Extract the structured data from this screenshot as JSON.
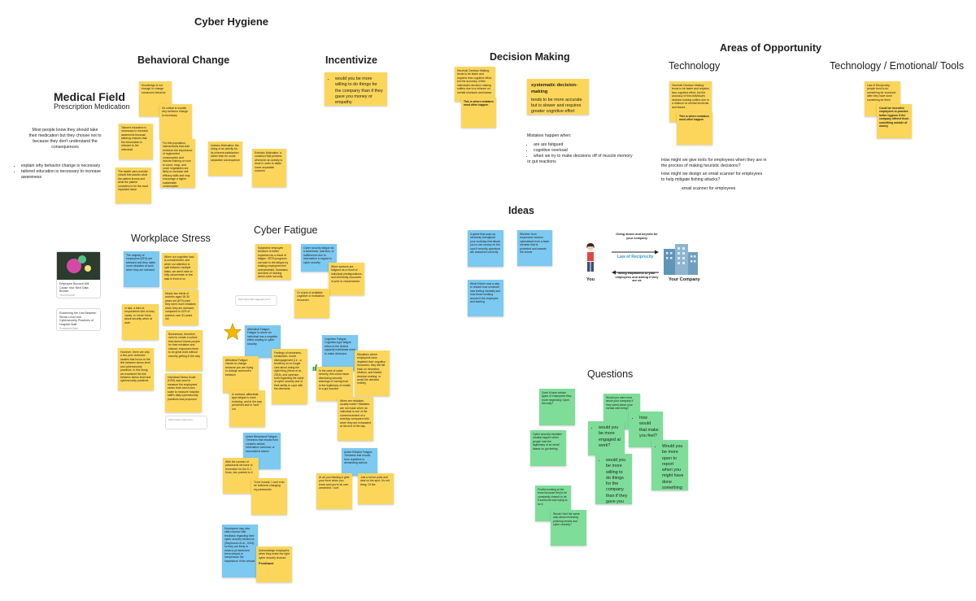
{
  "headings": {
    "cyber_hygiene": "Cyber Hygiene",
    "behavioral_change": "Behavioral Change",
    "incentivize": "Incentivize",
    "decision_making": "Decision Making",
    "areas_of_opportunity": "Areas of Opportunity",
    "technology": "Technology",
    "technology_emotional_tools": "Technology / Emotional/ Tools",
    "medical_field": "Medical Field",
    "prescription_medication": "Prescription Medication",
    "ideas": "Ideas",
    "workplace_stress": "Workplace Stress",
    "cyber_fatigue": "Cyber Fatigue",
    "questions": "Questions"
  },
  "medical": {
    "para": "Most people know they should take their medication but they choose not to because they don't understand the consequences",
    "bullets": [
      "explain why behavior change is necessary",
      "tailored education is necessary to increase awareness"
    ]
  },
  "behavioral_notes": [
    "Knowledge is not enough to change someones behavior",
    "It's critical to explain why behavior change is necessary",
    "Tailored education is necessary to increase awareness because tailoring ensures that the information is relevant to the individual",
    "For this population, interventions that both reinforce the importance of regimented consumption and include training on how to count, chop, and cover vegetables are likely to increase self-efficacy skills and may encourage a higher sustainable consumption",
    "Intrinsic Motivation: the doing of an activity for its inherent satisfaction rather than for some separable consequence",
    "Extrinsic Motivation: a construct that pertains whenever an activity is done in order to attain some separable outcome",
    "The health care provider should first assess what the patient knows and what the patient considers to be the most important issue"
  ],
  "incentivize": {
    "bullet": "would you be more willing to do things for the company than if they gave you money or empathy"
  },
  "decision": {
    "note1": "Heuristic Decision Making: tends to be faster and requires less cognitive effort, but the accuracy of this individual's decision making suffers due to a reliance on mental shortcuts and biases",
    "note1b": "This is where mistakes most often happen",
    "note2_title": "systematic decision-making",
    "note2_body": "tends to be more accurate but is slower and requires greater cognitive effort",
    "mistakes": "Mistakes happen when:",
    "mistake_bullets": [
      "are are fatigued",
      "cognitive overload",
      "when we try to make decisions off of muscle memory"
    ],
    "gut": "or gut reactions"
  },
  "technology": {
    "note1": "Heuristic Decision Making: tends to be faster and requires less cognitive effort, but the accuracy of this individual's decision making suffers due to a reliance on mental shortcuts and biases",
    "note2": "This is where mistakes most often happen",
    "q1": "How might we give tools for employees when they are in the process of making heuristic decisions?",
    "q2": "How might we design an email scanner for employees to help mitigate fishing attacks?",
    "q3": "email scanner for employees"
  },
  "tet": {
    "note1": "Law of Reciprocity: people tend to do something for someone after they have done something for them",
    "note2": "Could we incentive employees to practice better hygiene if the company offered them something outside of money"
  },
  "ideas": {
    "blue1": "A game that pops up randomly throughout your workday that allows you to win money on the spot if security questions are answered correctly",
    "blue2": "Whether from responsive random cyberattack from a team member that is protected and awards the winner",
    "blue3": "What if there was a way to reward how someone was feeling mentally and how those working around it the employee and starting",
    "reciprocity_top": "Going above and beyond for your company",
    "reciprocity_law": "Law of Reciprocity",
    "reciprocity_bottom": "Being empathetic to your employees and asking if they are ok",
    "you": "You",
    "company": "Your Company"
  },
  "questions": {
    "q1": "Does it have certain types of employees they more neglecting Cyber Security?",
    "q2": "Would you care more about your company if they cared about your mental well-being?",
    "q3": "Cyber security mistakes usually happen when people lose the legitimacy of an email based on gut feeling",
    "q4": "would you be more engaged at work?",
    "q5": "how would that make you feel?",
    "q6": "Would you be more open to report when you might have done something wrong?",
    "q7": "would you be more willing to do things for the company than if they gave you money",
    "q8": "Fruitful working at the team because they'd be constantly chased to be if someone was trying to do it",
    "q9": "Would I feel the same way about reviewing phishing emails and cyber security?"
  },
  "workplace": {
    "card1_title": "Employee Burnout Will Cause Your Next Data Breach",
    "card1_meta": "TechCrunch",
    "card2_title": "Examining the Link Between Stress Level and Cybersecurity Practices of Hospital Staff",
    "card2_meta": "ResearchGate",
    "notes": [
      "The majority of employees (53%) are stressed and they make more mistakes at work when they are stressed",
      "When our cognitive load is overwhelmed, and when our attention is split between multiple tasks, we aren't able to fully concentrate on the task in front of us",
      "Nearly two thirds of workers aged 18-30 years old (67%) said they were more mistakes when they are stressed, compared to 42% of workers over 51 years old",
      "In fact, a third of respondents told us they 'rarely' or 'never' think about security when at work",
      "Businesses, therefore, need to create a culture that doesn't blame people for their mistakes and instead, empowers them to do great work without security getting in the way",
      "However, there are only a few peer reviewed studies that focus on the link between stress level and cybersecurity practices. In this study, we examined the link between stress level and cybersecurity practices",
      "Hanstead Stress Scale (HSS) was used to measure the employees' stress level and a new scale to measure hospital staff's daily cybersecurity practices was proposed"
    ]
  },
  "fatigue": {
    "link1": "https://journals.sagepub.com/...",
    "link2": "https://www.mdpi.com/...",
    "notes": {
      "y1": "Subjective employee behavior is better explained as a result of fatigue. SETA programs can add to the fatigue by making employees feel overwhelmed, frustrated, and tired of hearing about cyber security",
      "b1": "Cyber security fatigue as a weariness, aversion, or indifference due to information in regard to cyber security",
      "y2": "When workers are fatigued as a result of individual predispositions and inherently resources of prior to circumstance",
      "y3": "Or a lack of available cognitive or motivation resources",
      "b2": "Attitudinal Fatigue: Fatigue is where an individual has a negative effect relating to cyber security",
      "b3": "Cognitive Fatigue: Cognitive-type fatigue refers to the limited capacity individuals need to make decisions",
      "y4": "Feelings of weariness, exhaustion, moral disengagement (i.e., a tendency to no longer care about doing the right thing (Hinsz et al., 2016), and cynicism, both regarding the value of cyber security and of their ability to cope with the demands",
      "y5": "Attitudinal Fatigue: Harder to change because you are trying to change someone's behavior",
      "y6": "Situations where employees have depleted their cognitive resources, they will fall back on heuristics, intuition, and biased decision making, or avoid the decision entirely",
      "y7": "In the case of cyber security, this could mean dismissing security warnings or having trust in the legitimacy of emails to a gut reaction",
      "y8": "In contrast, attitudinal-type fatigue is more enduring, and in the way perceived and to 'tune' out",
      "y9": "When are mistakes usually made? Mistakes are not made when an individual is one of the commencement of a workday compared with when they are exhausted at the end of the day",
      "b4": "Active Behavioral Fatigue: Tiredness that results from complex advice, information overload, or inconsistent advice",
      "y10": "With the number of passwords we have to remember for the E.J. Huss, she pointed to it",
      "y11": "To be honest, I can't ever be bothered changing my passwords",
      "b5": "Active Related Fatigue: Tiredness that results from repetitive or demanding actions",
      "y12": "At all, just thinking it gets your force when you know and you're all over cemented. I sort",
      "y13": "Just a lot but pulls and deal on the spot, it's not thing. Of the",
      "b6": "Employees may also often receive little feedback regarding their cyber security behaviors (Stephanou et al., 2019), so they are likely to retain a pit stretched them-toward or inexpensive the importance of the almost",
      "y14": "Acknowledge employees when they make the right cyber security choices",
      "y14b": "Feedback"
    }
  },
  "colors": {
    "yellow": "#fcd65a",
    "blue": "#7cc9f1",
    "green": "#7fdd9a",
    "star": "#f5b800"
  }
}
